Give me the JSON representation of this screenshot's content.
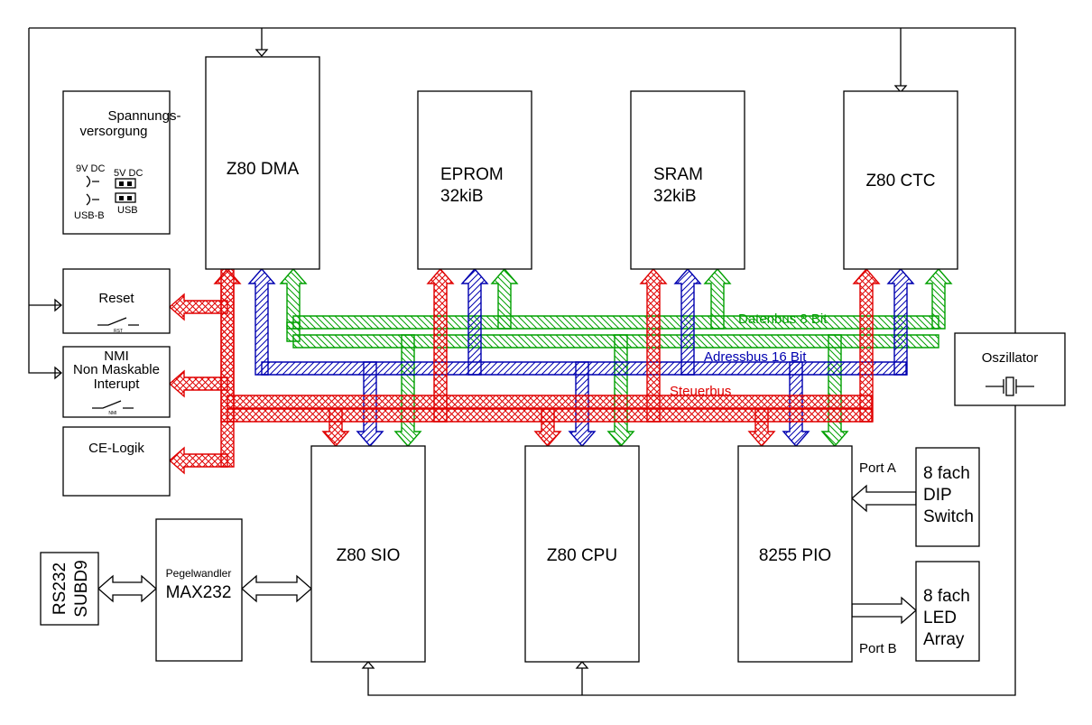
{
  "blocks": {
    "dma": "Z80 DMA",
    "eprom": [
      "EPROM",
      "32kiB"
    ],
    "sram": [
      "SRAM",
      "32kiB"
    ],
    "ctc": "Z80 CTC",
    "sio": "Z80 SIO",
    "cpu": "Z80 CPU",
    "pio": "8255 PIO",
    "power": {
      "title": [
        "Spannungs-",
        "versorgung"
      ],
      "in_9v": "9V DC",
      "in_5v": "5V DC",
      "usb_b": "USB-B",
      "usb": "USB"
    },
    "reset": {
      "label": "Reset",
      "switch": "RST"
    },
    "nmi": {
      "label": [
        "NMI",
        "Non Maskable",
        "Interupt"
      ],
      "switch": "NMI"
    },
    "ce": "CE-Logik",
    "oscillator": "Oszillator",
    "level_shifter": {
      "title": "Pegelwandler",
      "chip": "MAX232"
    },
    "rs232": [
      "RS232",
      "SUBD9"
    ],
    "dip": [
      "8 fach",
      "DIP",
      "Switch"
    ],
    "led": [
      "8 fach",
      "LED",
      "Array"
    ]
  },
  "buses": {
    "data": "Datenbus  8 Bit",
    "address": "Adressbus 16 Bit",
    "control": "Steuerbus"
  },
  "ports": {
    "a": "Port A",
    "b": "Port B"
  },
  "colors": {
    "control": "#e00000",
    "address": "#0000b0",
    "data": "#00a000"
  }
}
